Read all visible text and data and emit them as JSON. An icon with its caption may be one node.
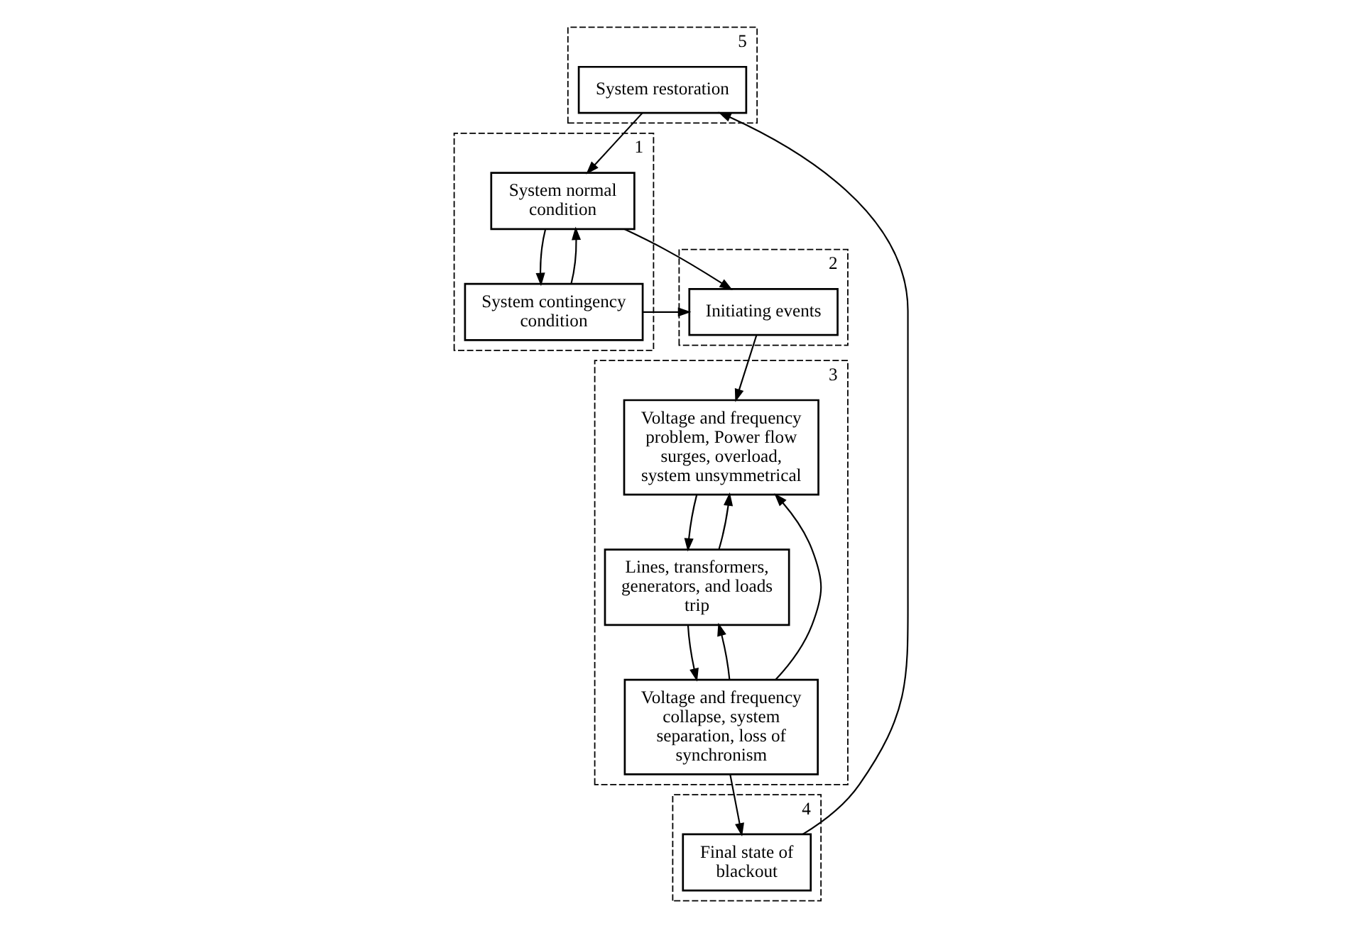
{
  "diagram": {
    "nodes": [
      {
        "text": [
          "5"
        ]
      },
      {
        "text": [
          "System restoration"
        ],
        "in": 0
      },
      {
        "text": [
          "1"
        ]
      },
      {
        "text": [
          "System normal condition"
        ],
        "in": 2
      },
      {
        "text": [
          "System contingency condition"
        ],
        "in": 2
      },
      {
        "text": [
          "2"
        ]
      },
      {
        "text": [
          "Initiating events"
        ],
        "in": 5
      },
      {
        "text": [
          "4"
        ]
      },
      {
        "text": [
          "Final state of blackout"
        ],
        "in": 7
      },
      {
        "text": [
          "3"
        ]
      },
      {
        "text": [
          "Voltage and frequency problem, Power flow surges, overload, system unsymmetrical"
        ],
        "in": 9
      },
      {
        "text": [
          "Lines, transformers, generators, and loads trip"
        ],
        "in": 9
      },
      {
        "text": [
          "Voltage and frequency collapse, system separation, loss of synchronism"
        ],
        "in": 9
      }
    ],
    "edges": [
      {
        "from": 1,
        "to": 3,
        "arrow": "to"
      },
      {
        "from": 3,
        "to": 4,
        "arrow": "to"
      },
      {
        "from": 4,
        "to": 3,
        "arrow": "to"
      },
      {
        "from": 3,
        "to": 6,
        "arrow": "to"
      },
      {
        "from": 4,
        "to": 6,
        "arrow": "to"
      },
      {
        "from": 6,
        "to": 10,
        "arrow": "to"
      },
      {
        "from": 11,
        "to": 10,
        "arrow": "to"
      },
      {
        "from": 10,
        "to": 11,
        "arrow": "to"
      },
      {
        "from": 11,
        "to": 12,
        "arrow": "to"
      },
      {
        "from": 12,
        "to": 10,
        "arrow": "to"
      },
      {
        "from": 12,
        "to": 11,
        "arrow": "to"
      },
      {
        "from": 12,
        "to": 8,
        "arrow": "to"
      },
      {
        "from": 8,
        "to": 1,
        "arrow": "to"
      }
    ]
  }
}
